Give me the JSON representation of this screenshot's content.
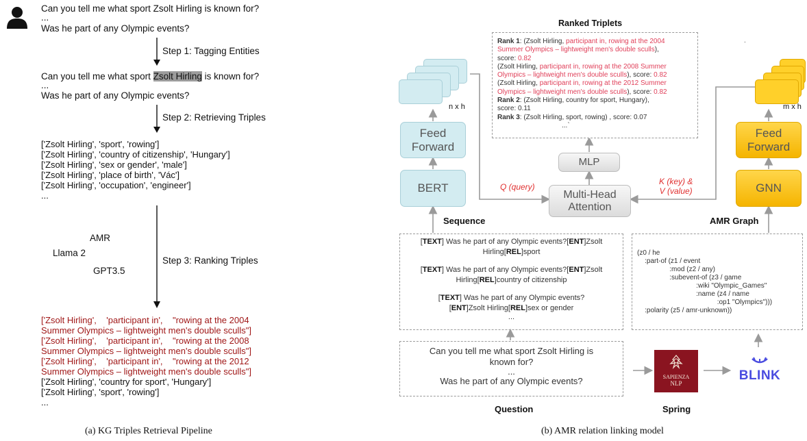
{
  "left": {
    "q1": "Can you tell me what sport Zsolt Hirling is known for?",
    "ellipsis": "...",
    "q2": "Was he part of any Olympic events?",
    "step1": "Step 1: Tagging Entities",
    "q1_pre": "Can you tell me what sport ",
    "q1_entity": "Zsolt Hirling",
    "q1_post": " is known for?",
    "step2": "Step 2: Retrieving Triples",
    "triples": [
      "['Zsolt Hirling', 'sport', 'rowing']",
      "['Zsolt Hirling', 'country of citizenship', 'Hungary']",
      "['Zsolt Hirling', 'sex or gender', 'male']",
      "['Zsolt Hirling', 'place of birth', 'Vác']",
      "['Zsolt Hirling', 'occupation', 'engineer']",
      "..."
    ],
    "rankers": [
      "AMR",
      "Llama 2",
      "GPT3.5"
    ],
    "step3": "Step 3: Ranking Triples",
    "ranked_red": [
      "['Zsolt Hirling',    'participant in',    \"rowing at the 2004",
      "Summer Olympics – lightweight men's double sculls\"]",
      "['Zsolt Hirling',    'participant in',    \"rowing at the 2008",
      "Summer Olympics – lightweight men's double sculls\"]",
      "['Zsolt Hirling',    'participant in',    \"rowing at the 2012",
      "Summer Olympics – lightweight men's double sculls\"]"
    ],
    "ranked_black": [
      "['Zsolt Hirling', 'country for sport', 'Hungary']",
      "['Zsolt Hirling', 'sport', 'rowing']",
      "..."
    ],
    "caption": "(a) KG Triples Retrieval Pipeline"
  },
  "right": {
    "ranked_title": "Ranked Triplets",
    "ranked": {
      "r1_label": "Rank 1",
      "r1_a": ": (Zsolt Hirling, ",
      "r1_a_red": "participant in, rowing at the 2004",
      "r1_b_red": "Summer Olympics – lightweight men's double sculls",
      "r1_b": "),",
      "r1_c": "score: ",
      "r1_c_red": "0.82",
      "r1_d": "(Zsolt Hirling, ",
      "r1_d_red": "participant in, rowing at the 2008 Summer",
      "r1_e_red": "Olympics – lightweight men's double sculls",
      "r1_e": "), score: ",
      "r1_e_score": "0.82",
      "r1_f": "(Zsolt Hirling, ",
      "r1_f_red": "participant in, rowing at the 2012 Summer",
      "r1_g_red": "Olympics – lightweight men's double sculls",
      "r1_g": "), score: ",
      "r1_g_score": "0.82",
      "r2_label": "Rank 2",
      "r2": ": (Zsolt Hirling, country for sport, Hungary),",
      "r2b": "score: 0.11",
      "r3_label": "Rank 3",
      "r3": ": (Zsolt Hirling, sport, rowing) , score: 0.07",
      "more": "...`"
    },
    "mlp": "MLP",
    "mha_1": "Multi-Head",
    "mha_2": "Attention",
    "q_label": "Q (query)",
    "kv_1": "K (key) &",
    "kv_2": "V (value)",
    "nxh": "n x h",
    "mxh": "m x h",
    "ff_1": "Feed",
    "ff_2": "Forward",
    "bert": "BERT",
    "gnn": "GNN",
    "sequence": "Sequence",
    "amr_graph": "AMR Graph",
    "seq_lines": [
      {
        "a": "[",
        "b": "TEXT",
        "c": "] Was he part of any Olympic events?[",
        "d": "ENT",
        "e": "]Zsolt"
      },
      {
        "a": "Hirling[",
        "b": "REL",
        "c": "]sport"
      },
      {
        "a": "[",
        "b": "TEXT",
        "c": "] Was he part of any Olympic events?[",
        "d": "ENT",
        "e": "]Zsolt"
      },
      {
        "a": "Hirling[",
        "b": "REL",
        "c": "]country of citizenship"
      },
      {
        "a": "[",
        "b": "TEXT",
        "c": "] Was he part of any Olympic events?"
      },
      {
        "a": "[",
        "b": "ENT",
        "c": "]Zsolt Hirling[",
        "d": "REL",
        "e": "]sex or gender"
      },
      {
        "a": "..."
      }
    ],
    "amr_lines": [
      "(z0 / he",
      "    :part-of (z1 / event",
      "                 :mod (z2 / any)",
      "                 :subevent-of (z3 / game",
      "                               :wiki \"Olympic_Games\"",
      "                               :name (z4 / name",
      "                                          :op1 \"Olympics\")))",
      "    :polarity (z5 / amr-unknown))"
    ],
    "question_1": "Can you tell me what sport Zsolt Hirling is",
    "question_2": "known for?",
    "question_3": "...",
    "question_4": "Was he part of any Olympic events?",
    "question_label": "Question",
    "spring_label": "Spring",
    "sapienza_1": "SAPIENZA",
    "sapienza_2": "NLP",
    "blink": "BLINK",
    "dot": ".",
    "caption": "(b) AMR relation linking model"
  },
  "colors": {
    "ranked_red": "#a01818",
    "score_red": "#e0405a",
    "bert_blue": "#d3ecf1",
    "gnn_yellow": "#f5b400",
    "blink_blue": "#4a4ce0",
    "sapienza_red": "#8a1420"
  }
}
